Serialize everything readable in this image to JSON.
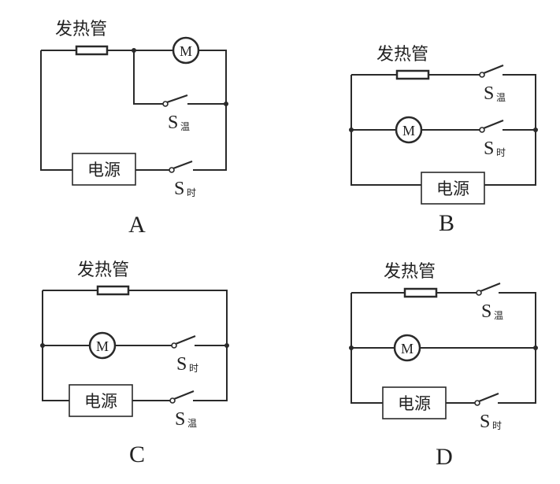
{
  "colors": {
    "ink": "#2a2a2a",
    "background": "#ffffff"
  },
  "labels": {
    "heater": "发热管",
    "power": "电源",
    "motor": "M",
    "switch_letter": "S",
    "temp_sub": "温",
    "time_sub": "时"
  },
  "circuits": [
    {
      "option": "A",
      "description": "Heater in series with motor; S温 in parallel with motor; S时 in series with power source in main line"
    },
    {
      "option": "B",
      "description": "Heater + S温 branch parallel to motor + S时 branch, both connected directly across power source"
    },
    {
      "option": "C",
      "description": "Heater branch parallel to motor + S时 branch; S温 in series with power source in main line"
    },
    {
      "option": "D",
      "description": "Heater + S温 branch parallel to motor branch; S时 in series with power source in main line"
    }
  ]
}
